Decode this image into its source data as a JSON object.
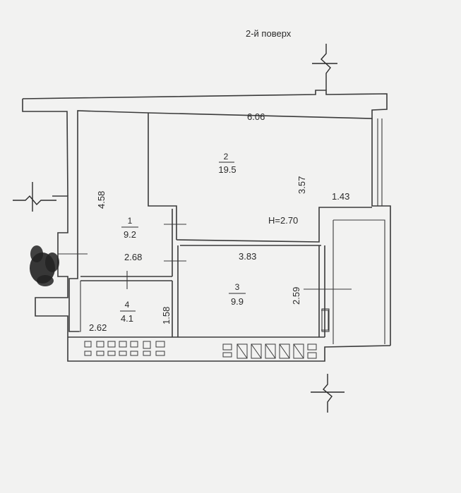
{
  "title": "2-й поверх",
  "ceiling_height": "H=2.70",
  "rooms": [
    {
      "number": "1",
      "area": "9.2"
    },
    {
      "number": "2",
      "area": "19.5"
    },
    {
      "number": "3",
      "area": "9.9"
    },
    {
      "number": "4",
      "area": "4.1"
    }
  ],
  "dimensions": {
    "room2_width": "6.06",
    "room2_depth": "3.57",
    "balcony_step": "1.43",
    "room1_depth": "4.58",
    "room1_width": "2.68",
    "room3_width": "3.83",
    "room3_depth": "2.59",
    "room4_width": "2.62",
    "room4_depth": "1.58"
  },
  "colors": {
    "background": "#f2f2f1",
    "lines": "#3a3a3a",
    "text": "#2a2a2a",
    "plant": "#222222"
  }
}
